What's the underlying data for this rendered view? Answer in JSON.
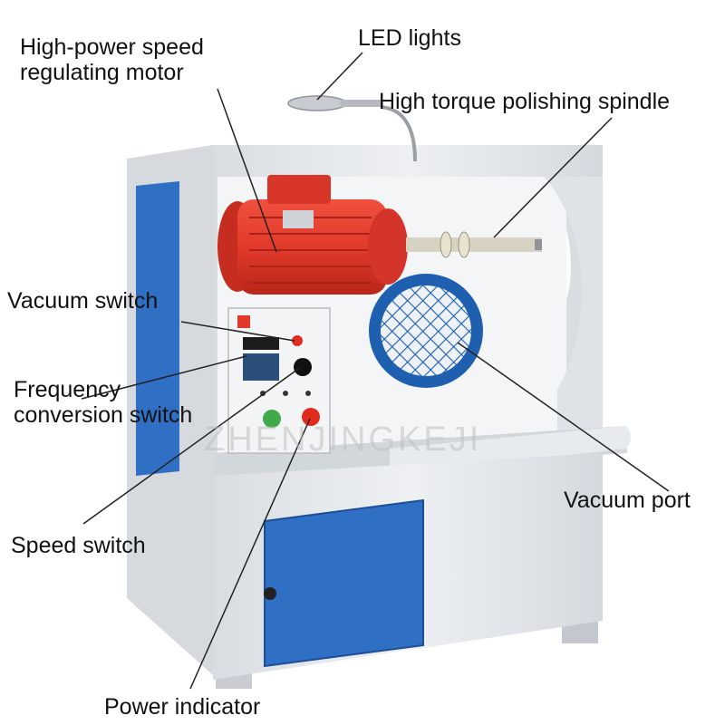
{
  "labels": {
    "motor": [
      "High-power speed",
      "regulating motor"
    ],
    "led": "LED lights",
    "spindle": "High torque polishing spindle",
    "vacuum_switch": "Vacuum switch",
    "frequency": [
      "Frequency",
      "conversion switch"
    ],
    "vacuum_port": "Vacuum port",
    "speed_switch": "Speed switch",
    "power_indicator": "Power indicator"
  },
  "watermark": "ZHENJINGKEJI",
  "colors": {
    "cabinet": "#e6e9ed",
    "cabinet_shade": "#cfd4da",
    "blue_panel": "#2f6fc4",
    "motor_red": "#e23a2a",
    "grille_blue": "#1f5fb0",
    "button_red": "#e02b1f",
    "button_green": "#3faa4a",
    "leader_line": "#222222"
  }
}
